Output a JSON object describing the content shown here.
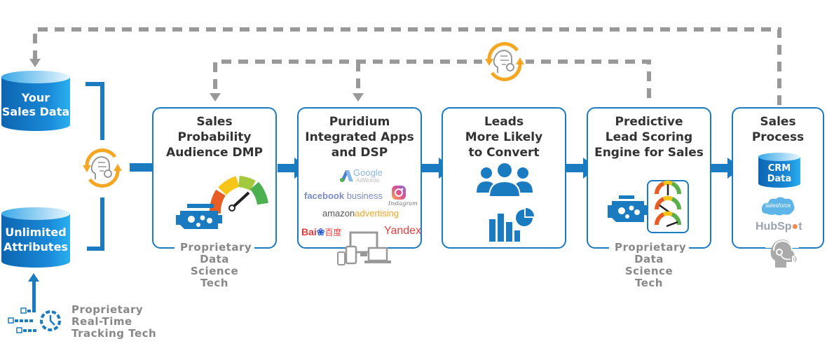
{
  "sources": {
    "sales_data": {
      "line1": "Your",
      "line2": "Sales Data"
    },
    "attributes": {
      "line1": "Unlimited",
      "line2": "Attributes"
    },
    "tracking": {
      "line1": "Proprietary",
      "line2": "Real-Time",
      "line3": "Tracking Tech"
    }
  },
  "stages": [
    {
      "title": [
        "Sales",
        "Probability",
        "Audience DMP"
      ],
      "caption": [
        "Proprietary",
        "Data Science",
        "Tech"
      ]
    },
    {
      "title": [
        "Puridium",
        "Integrated Apps",
        "and DSP"
      ]
    },
    {
      "title": [
        "Leads",
        "More Likely",
        "to Convert"
      ]
    },
    {
      "title": [
        "Predictive",
        "Lead Scoring",
        "Engine for Sales"
      ],
      "caption": [
        "Proprietary",
        "Data Science",
        "Tech"
      ]
    },
    {
      "title": [
        "Sales",
        "Process"
      ]
    }
  ],
  "platforms": {
    "google": "Google",
    "adwords": "AdWords",
    "facebook_bold": "facebook",
    "facebook_light": "business",
    "instagram": "Instagram",
    "amazon_dark": "amazon",
    "amazon_light": "advertising",
    "baidu": "Bai",
    "baidu_cn": "百度",
    "yandex": "Yandex"
  },
  "crm": {
    "line1": "CRM",
    "line2": "Data",
    "salesforce": "salesforce",
    "hubspot_a": "HubSp",
    "hubspot_b": "t"
  },
  "colors": {
    "blue": "#1a7bc0",
    "orange": "#f5a623",
    "gray": "#999999"
  }
}
